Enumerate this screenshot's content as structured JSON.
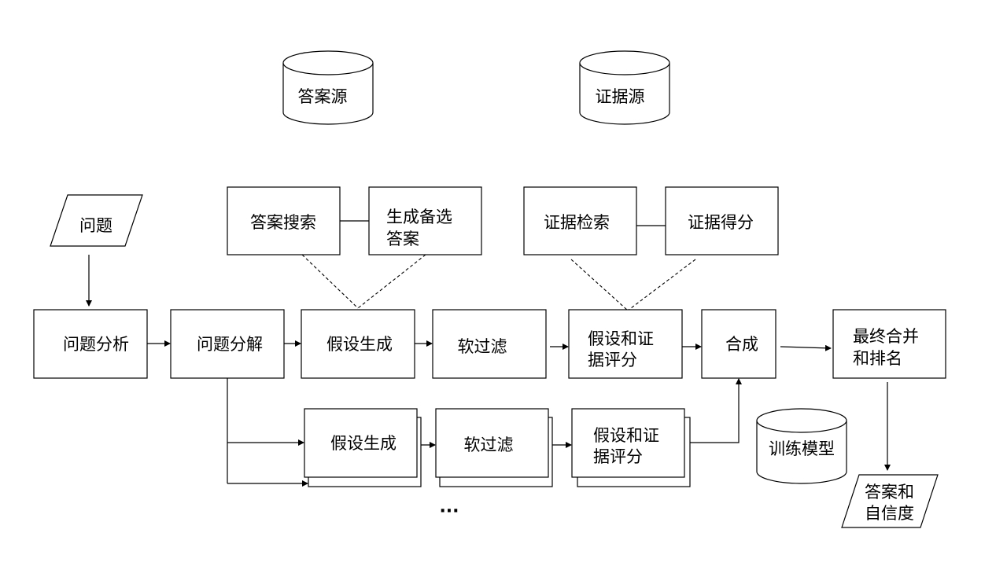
{
  "sources": {
    "answer_source": "答案源",
    "evidence_source": "证据源",
    "training_model": "训练模型"
  },
  "io": {
    "question": "问题",
    "answer_line1": "答案和",
    "answer_line2": "自信度"
  },
  "top_modules": {
    "answer_search": "答案搜索",
    "generate_candidates_line1": "生成备选",
    "generate_candidates_line2": "答案",
    "evidence_retrieval": "证据检索",
    "evidence_scoring": "证据得分"
  },
  "main_pipeline": {
    "question_analysis": "问题分析",
    "question_decomposition": "问题分解",
    "hypothesis_generation": "假设生成",
    "soft_filter": "软过滤",
    "hypothesis_scoring_line1": "假设和证",
    "hypothesis_scoring_line2": "据评分",
    "synthesis": "合成",
    "final_merge_line1": "最终合并",
    "final_merge_line2": "和排名"
  },
  "parallel_pipeline": {
    "hypothesis_generation": "假设生成",
    "soft_filter": "软过滤",
    "hypothesis_scoring_line1": "假设和证",
    "hypothesis_scoring_line2": "据评分",
    "ellipsis": "···"
  }
}
